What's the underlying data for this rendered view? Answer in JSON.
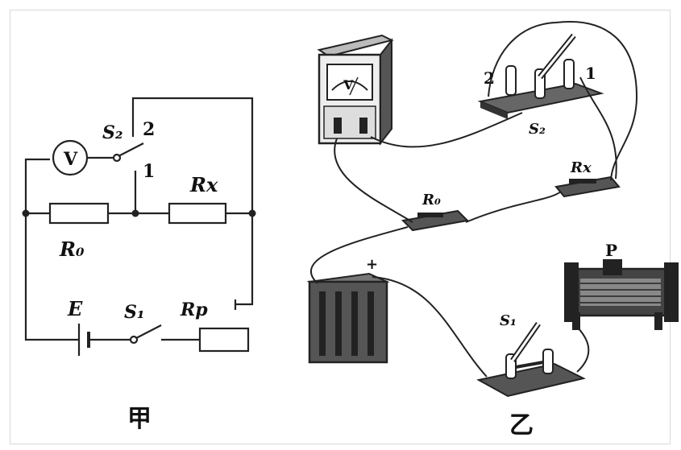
{
  "circuit_a": {
    "voltmeter": "V",
    "switch2": "S₂",
    "pos2": "2",
    "pos1": "1",
    "rx": "Rx",
    "r0": "R₀",
    "e": "E",
    "switch1": "S₁",
    "rp": "Rp",
    "caption": "甲"
  },
  "circuit_b": {
    "voltmeter": "V",
    "pos2": "2",
    "pos1": "1",
    "switch2": "S₂",
    "rx": "Rx",
    "r0": "R₀",
    "plus": "+",
    "switch1": "S₁",
    "slider": "P",
    "caption": "乙"
  }
}
